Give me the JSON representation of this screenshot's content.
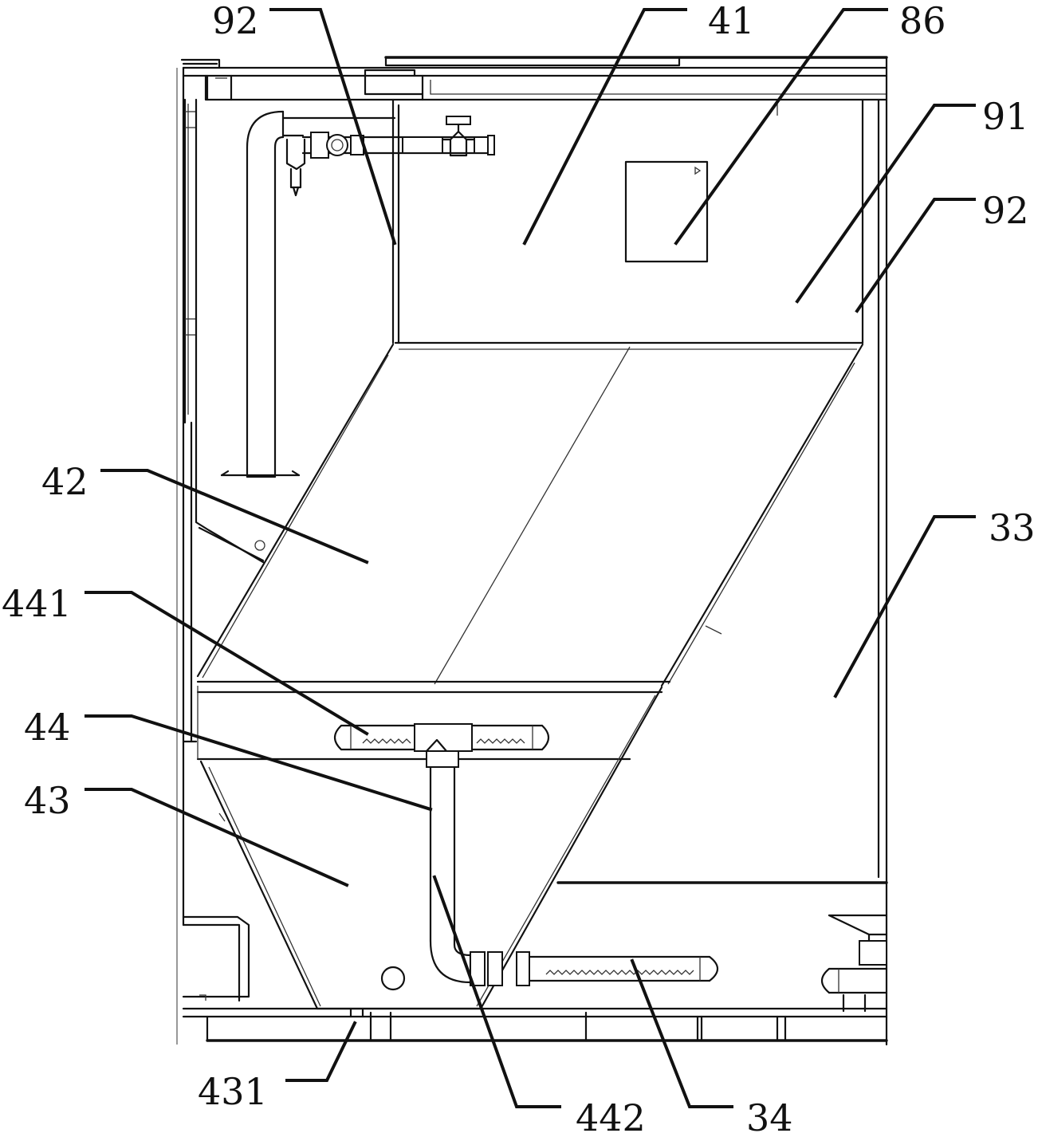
{
  "figure": {
    "labels": [
      {
        "id": "label-92-top",
        "text": "92"
      },
      {
        "id": "label-41",
        "text": "41"
      },
      {
        "id": "label-86",
        "text": "86"
      },
      {
        "id": "label-91",
        "text": "91"
      },
      {
        "id": "label-92-right",
        "text": "92"
      },
      {
        "id": "label-42",
        "text": "42"
      },
      {
        "id": "label-33",
        "text": "33"
      },
      {
        "id": "label-441",
        "text": "441"
      },
      {
        "id": "label-44",
        "text": "44"
      },
      {
        "id": "label-43",
        "text": "43"
      },
      {
        "id": "label-431",
        "text": "431"
      },
      {
        "id": "label-442",
        "text": "442"
      },
      {
        "id": "label-34",
        "text": "34"
      }
    ]
  }
}
